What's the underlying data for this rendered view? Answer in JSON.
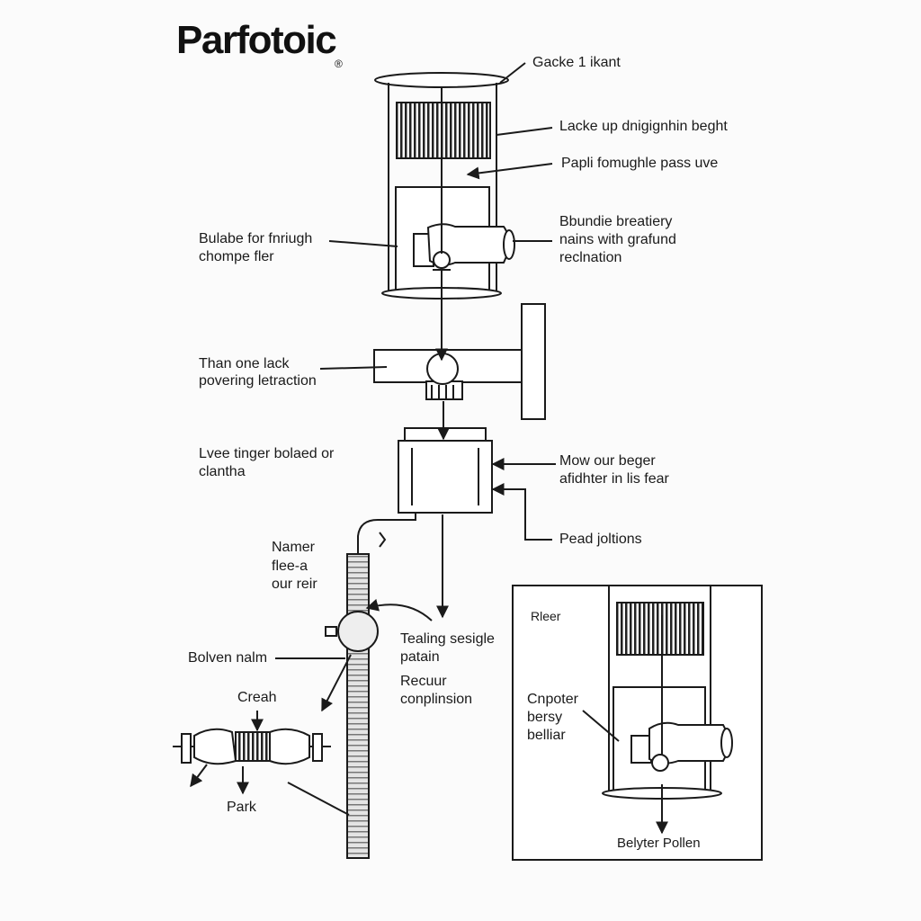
{
  "brand": {
    "logo_text": "Parfotoic",
    "registered_mark": "®"
  },
  "labels": {
    "top_right_1": "Gacke 1 ikant",
    "top_right_2": "Lacke up dnigignhin beght",
    "top_right_3": "Papli fomughle pass uve",
    "right_1_line1": "Bbundie breatiery",
    "right_1_line2": "nains with grafund",
    "right_1_line3": "reclnation",
    "left_1_line1": "Bulabe for fnriugh",
    "left_1_line2": "chompe fler",
    "left_2_line1": "Than one lack",
    "left_2_line2": "povering letraction",
    "left_3_line1": "Lvee tinger bolaed or",
    "left_3_line2": "clantha",
    "right_2_line1": "Mow our beger",
    "right_2_line2": "afidhter in lis fear",
    "right_3": "Pead joltions",
    "namer_line1": "Namer",
    "namer_line2": "flee-a",
    "namer_line3": "our reir",
    "bolven": "Bolven nalm",
    "creah": "Creah",
    "park": "Park",
    "mid_1_line1": "Tealing sesigle",
    "mid_1_line2": "patain",
    "mid_2_line1": "Recuur",
    "mid_2_line2": "conplinsion",
    "inset_title": "Rleer",
    "inset_left_line1": "Cnpoter",
    "inset_left_line2": "bersy",
    "inset_left_line3": "belliar",
    "inset_bottom": "Belyter Pollen"
  },
  "colors": {
    "line": "#1a1a1a",
    "fill": "#ffffff",
    "hatch": "#333333",
    "pipe": "#dcdcdc"
  },
  "icons": [
    "arrow-icon",
    "valve-icon",
    "pump-icon",
    "grille-icon"
  ]
}
